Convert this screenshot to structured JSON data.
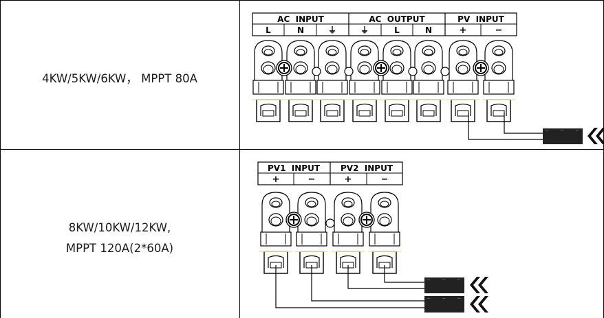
{
  "rows": [
    {
      "label_lines": [
        "4KW/5KW/6KW， MPPT 80A"
      ],
      "groups": [
        {
          "title": "AC  INPUT",
          "cells": [
            "L",
            "N",
            "⏚"
          ]
        },
        {
          "title": "AC  OUTPUT",
          "cells": [
            "⏚",
            "L",
            "N"
          ]
        },
        {
          "title": "PV  INPUT",
          "cells": [
            "+",
            "−"
          ]
        }
      ],
      "connectors": [
        "chevron-left"
      ]
    },
    {
      "label_lines": [
        "8KW/10KW/12KW,",
        "MPPT 120A(2*60A)"
      ],
      "groups": [
        {
          "title": "PV1  INPUT",
          "cells": [
            "+",
            "−"
          ]
        },
        {
          "title": "PV2  INPUT",
          "cells": [
            "+",
            "−"
          ]
        }
      ],
      "connectors": [
        "chevron-left",
        "chevron-left"
      ]
    }
  ],
  "colors": {
    "line": "#000000",
    "cable": "#222222",
    "highlight": "#f2e6a6"
  }
}
